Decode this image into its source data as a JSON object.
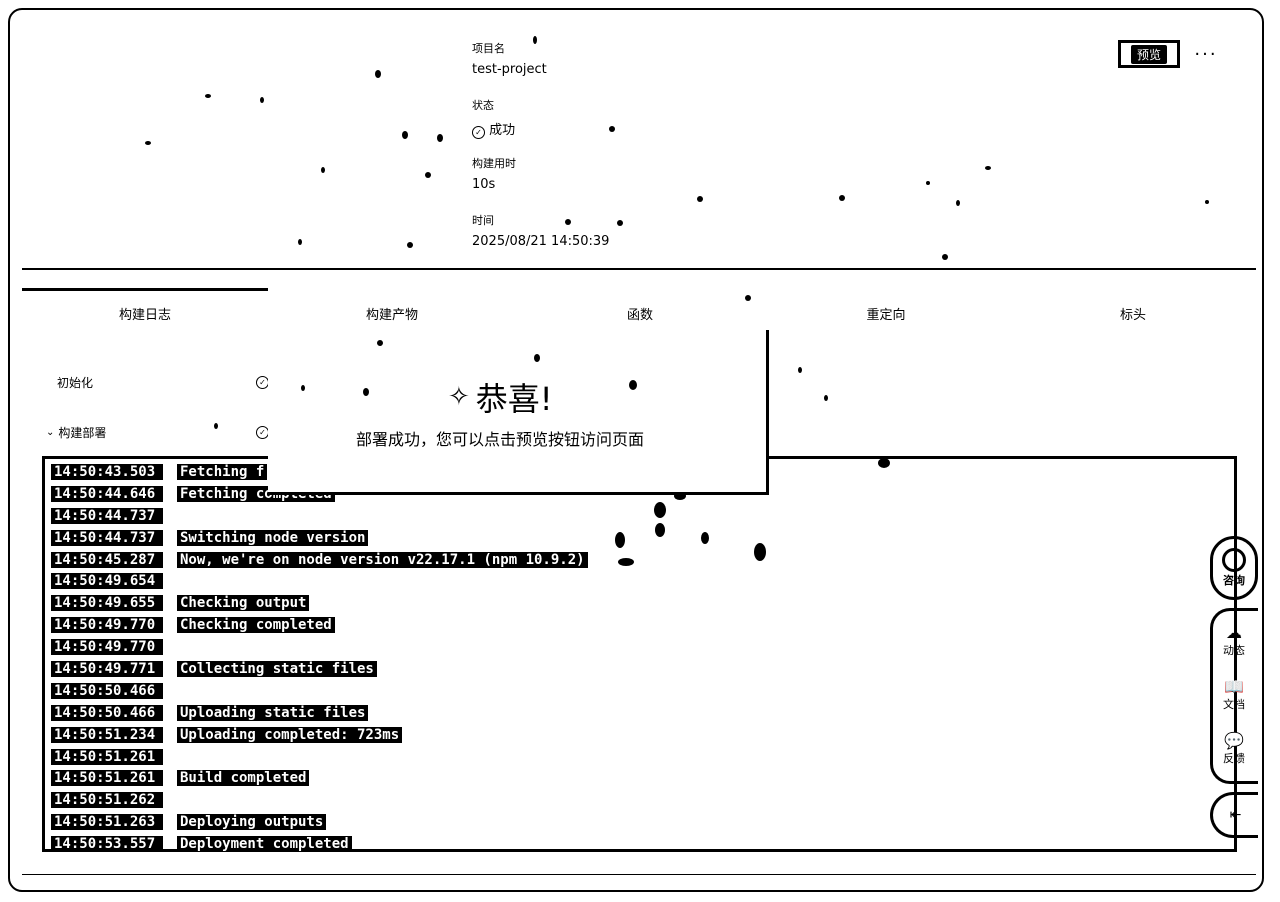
{
  "project": {
    "name_label": "项目名",
    "name_value": "test-project",
    "status_label": "状态",
    "status_value": "成功",
    "build_time_label": "构建用时",
    "build_time_value": "10s",
    "time_label": "时间",
    "time_value": "2025/08/21 14:50:39"
  },
  "toolbar": {
    "preview_label": "预览",
    "more_label": "···"
  },
  "tabs": [
    {
      "label": "构建日志"
    },
    {
      "label": "构建产物"
    },
    {
      "label": "函数"
    },
    {
      "label": "重定向"
    },
    {
      "label": "标头"
    }
  ],
  "steps": [
    {
      "label": "初始化"
    },
    {
      "label": "构建部署"
    }
  ],
  "log": [
    {
      "time": "14:50:43.503",
      "msg": "Fetching f"
    },
    {
      "time": "14:50:44.646",
      "msg": "Fetching completed"
    },
    {
      "time": "14:50:44.737",
      "msg": ""
    },
    {
      "time": "14:50:44.737",
      "msg": "Switching node version"
    },
    {
      "time": "14:50:45.287",
      "msg": "Now, we're on node version v22.17.1 (npm 10.9.2)"
    },
    {
      "time": "14:50:49.654",
      "msg": ""
    },
    {
      "time": "14:50:49.655",
      "msg": "Checking output"
    },
    {
      "time": "14:50:49.770",
      "msg": "Checking completed"
    },
    {
      "time": "14:50:49.770",
      "msg": ""
    },
    {
      "time": "14:50:49.771",
      "msg": "Collecting static files"
    },
    {
      "time": "14:50:50.466",
      "msg": ""
    },
    {
      "time": "14:50:50.466",
      "msg": "Uploading static files"
    },
    {
      "time": "14:50:51.234",
      "msg": "Uploading completed: 723ms"
    },
    {
      "time": "14:50:51.261",
      "msg": ""
    },
    {
      "time": "14:50:51.261",
      "msg": "Build completed"
    },
    {
      "time": "14:50:51.262",
      "msg": ""
    },
    {
      "time": "14:50:51.263",
      "msg": "Deploying outputs"
    },
    {
      "time": "14:50:53.557",
      "msg": "Deployment completed"
    }
  ],
  "modal": {
    "title": "恭喜!",
    "message": "部署成功，您可以点击预览按钮访问页面"
  },
  "sidebar": {
    "consult_label": "咨询",
    "items": [
      {
        "label": "动态",
        "icon": "cloud-icon"
      },
      {
        "label": "文档",
        "icon": "book-icon"
      },
      {
        "label": "反馈",
        "icon": "feedback-icon"
      }
    ]
  }
}
